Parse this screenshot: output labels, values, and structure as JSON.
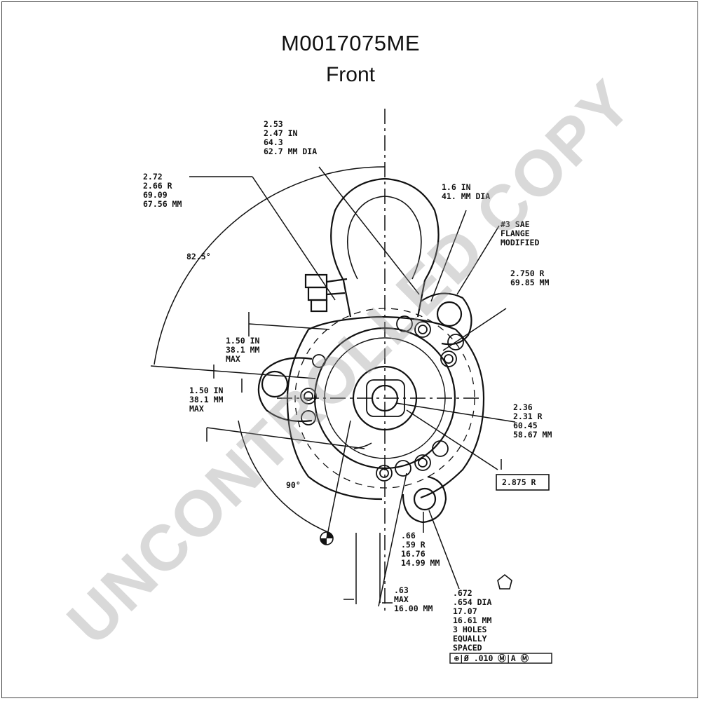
{
  "title": "M0017075ME",
  "subtitle": "Front",
  "watermark": "UNCONTROLLED COPY",
  "labels": {
    "dia_top": [
      "2.53",
      "2.47 IN",
      "64.3",
      "62.7 MM DIA"
    ],
    "radius_left": [
      "2.72",
      "2.66 R",
      "69.09",
      "67.56 MM"
    ],
    "pilot_dia": [
      "1.6 IN",
      "41.  MM DIA"
    ],
    "flange": [
      "#3 SAE",
      "FLANGE",
      "MODIFIED"
    ],
    "bolt_r": [
      "2.750 R",
      "69.85 MM"
    ],
    "angle_82": "82.5°",
    "max_a": [
      "1.50 IN",
      "38.1 MM",
      "MAX"
    ],
    "max_b": [
      "1.50 IN",
      "38.1 MM",
      "MAX"
    ],
    "radius_right": [
      "2.36",
      "2.31 R",
      "60.45",
      "58.67 MM"
    ],
    "boxed_r": "2.875 R",
    "angle_90": "90°",
    "hole_r": [
      ".66",
      ".59 R",
      "16.76",
      "14.99 MM"
    ],
    "max_c": [
      ".63",
      "MAX",
      "16.00 MM"
    ],
    "holes": [
      ".672",
      ".654 DIA",
      "17.07",
      "16.61 MM",
      "3 HOLES",
      "EQUALLY",
      "SPACED"
    ],
    "tolerance": "⊕|Ø .010 Ⓜ|A Ⓜ"
  },
  "colors": {
    "ink": "#111111",
    "watermark": "#9a9a9a"
  }
}
